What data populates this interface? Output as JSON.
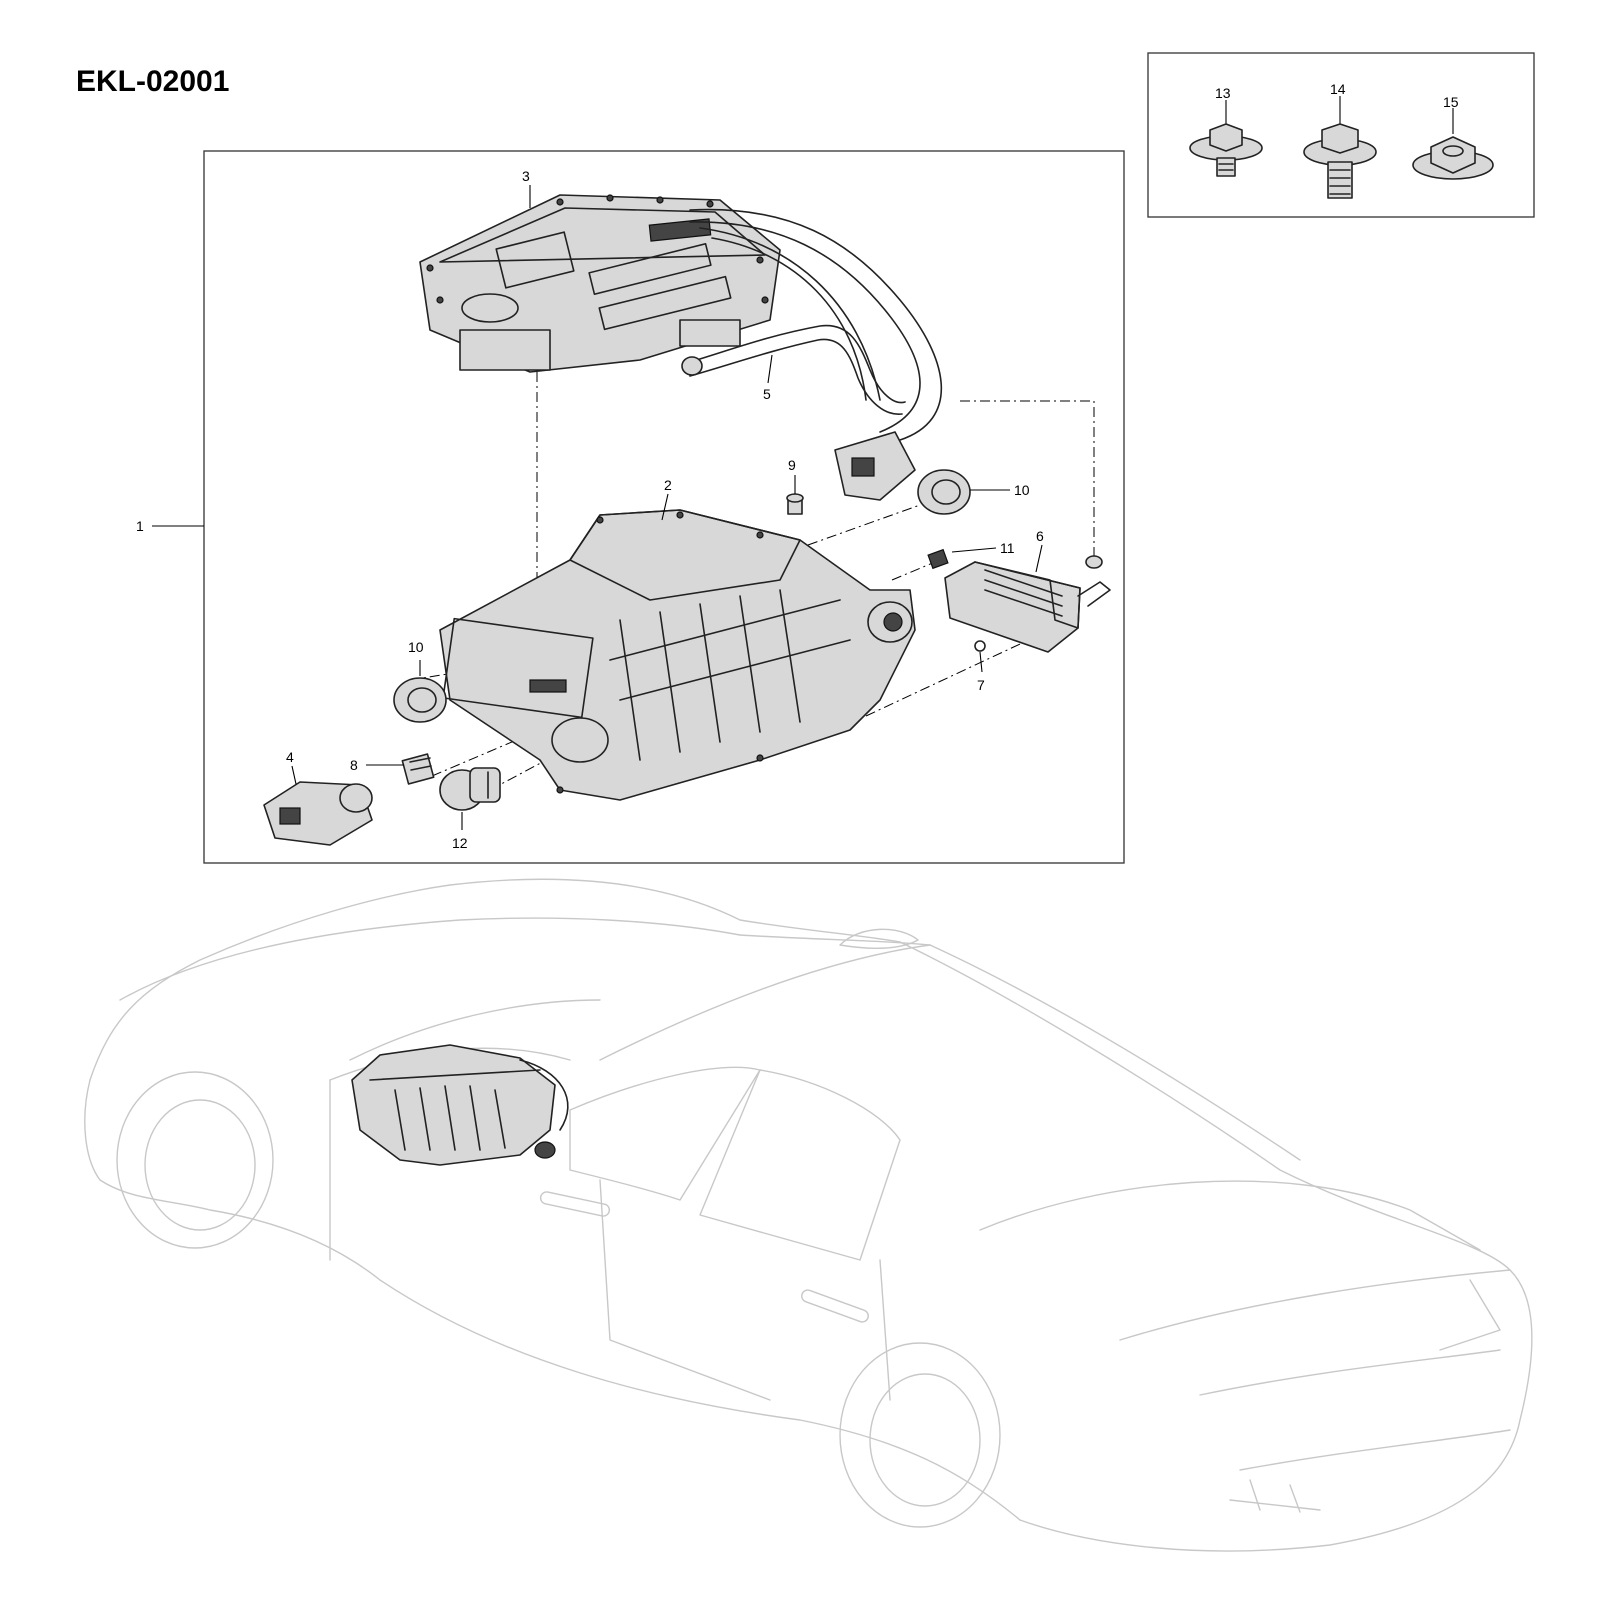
{
  "diagram": {
    "code": "EKL-02001",
    "callouts": {
      "c1": "1",
      "c2": "2",
      "c3": "3",
      "c4": "4",
      "c5": "5",
      "c6": "6",
      "c7": "7",
      "c8": "8",
      "c9": "9",
      "c10a": "10",
      "c10b": "10",
      "c11": "11",
      "c12": "12",
      "c13": "13",
      "c14": "14",
      "c15": "15"
    },
    "icons": {
      "inverter": "inverter-icon",
      "drive_unit": "electric-drive-unit-icon",
      "connector": "connector-icon",
      "hose": "coolant-hose-icon",
      "oil_cooler": "oil-cooler-icon",
      "seal": "seal-ring-icon",
      "bolt": "flange-bolt-icon",
      "nut": "flange-nut-icon",
      "vehicle": "vehicle-outline-icon"
    }
  }
}
